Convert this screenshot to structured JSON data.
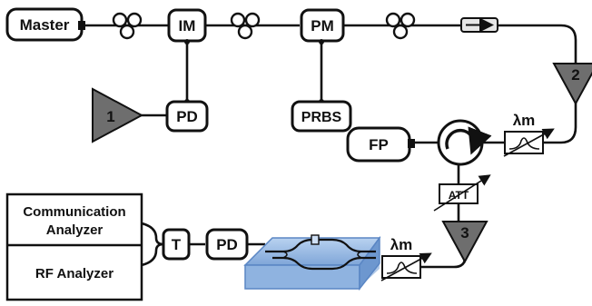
{
  "diagram": {
    "master": "Master",
    "im": "IM",
    "pm": "PM",
    "pd_top": "PD",
    "prbs": "PRBS",
    "fp": "FP",
    "att": "ATT",
    "t": "T",
    "pd_bottom": "PD",
    "lambda_top": "λm",
    "lambda_bottom": "λm",
    "amp1": "1",
    "amp2": "2",
    "amp3": "3",
    "analyzer_top_line1": "Communication",
    "analyzer_top_line2": "Analyzer",
    "analyzer_bottom": "RF Analyzer"
  },
  "colors": {
    "amplifier": "#6e6e6e",
    "chip": "#9dbfe6",
    "chip_edge": "#5a86c4",
    "line": "#111111"
  }
}
